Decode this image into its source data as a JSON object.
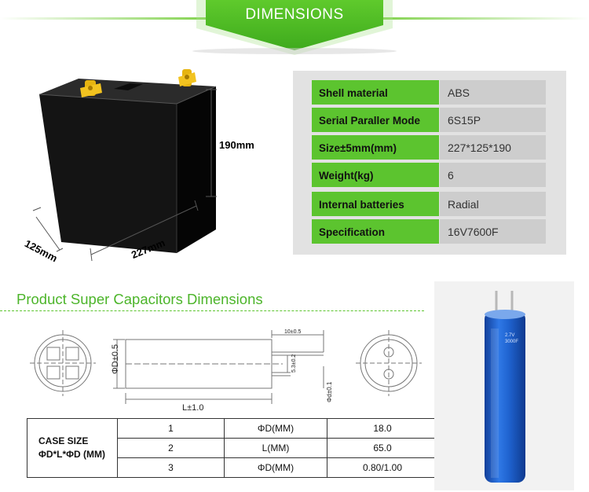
{
  "header": {
    "title": "DIMENSIONS"
  },
  "battery": {
    "height_label": "190mm",
    "depth_label": "125mm",
    "width_label": "227mm"
  },
  "specs": [
    {
      "label": "Shell material",
      "value": "ABS"
    },
    {
      "label": "Serial Paraller Mode",
      "value": "6S15P"
    },
    {
      "label": "Size±5mm(mm)",
      "value": "227*125*190"
    },
    {
      "label": "Weight(kg)",
      "value": "6"
    },
    {
      "label": "Internal batteries",
      "value": "Radial"
    },
    {
      "label": "Specification",
      "value": "16V7600F"
    }
  ],
  "section": {
    "title": "Product Super Capacitors Dimensions"
  },
  "drawing": {
    "diameter_label": "ΦD±0.5",
    "length_label": "L±1.0",
    "lead_spacing_label": "10±0.5",
    "pin_spacing_label": "5.3±0.2",
    "lead_diameter_label": "Φd±0.1"
  },
  "case_table": {
    "head": "CASE SIZE ΦD*L*ΦD (MM)",
    "rows": [
      {
        "no": "1",
        "param": "ΦD(MM)",
        "value": "18.0"
      },
      {
        "no": "2",
        "param": "L(MM)",
        "value": "65.0"
      },
      {
        "no": "3",
        "param": "ΦD(MM)",
        "value": "0.80/1.00"
      }
    ]
  },
  "capacitor": {
    "markings": [
      "2.7V",
      "3000F"
    ]
  },
  "colors": {
    "accent_green": "#5cc42f",
    "header_text": "#ffffff",
    "capacitor_blue": "#1f63cf"
  }
}
